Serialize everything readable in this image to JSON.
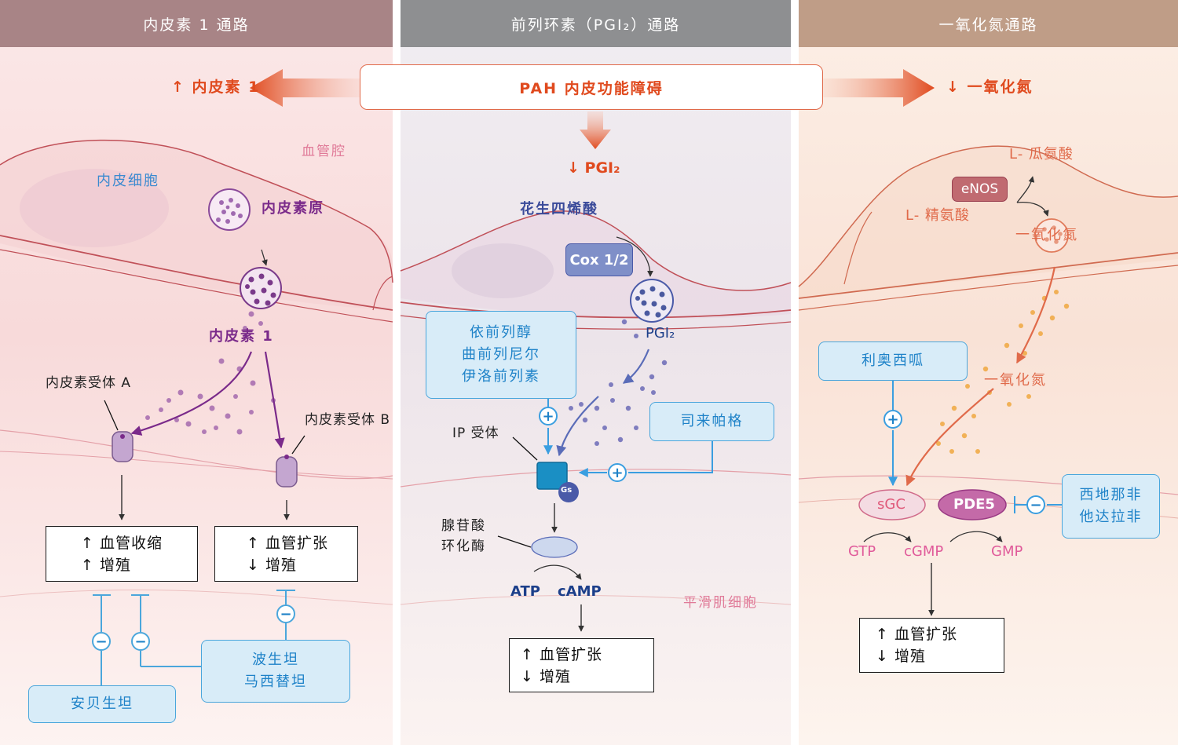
{
  "headers": {
    "endothelin": "内皮素 1 通路",
    "pgi2": "前列环素（PGI₂）通路",
    "no": "一氧化氮通路"
  },
  "top": {
    "center": "PAH 内皮功能障碍",
    "left": "↑ 内皮素 1",
    "right": "↓ 一氧化氮",
    "pgi2_down": "↓ PGI₂"
  },
  "labels": {
    "vessel_lumen": "血管腔",
    "endothelial_cell": "内皮细胞",
    "smooth_muscle_cell": "平滑肌细胞"
  },
  "endothelin": {
    "preproendothelin": "内皮素原",
    "endothelin1": "内皮素 1",
    "receptor_a": "内皮素受体 A",
    "receptor_b": "内皮素受体 B",
    "outcome_a": [
      "↑ 血管收缩",
      "↑ 增殖"
    ],
    "outcome_b": [
      "↑ 血管扩张",
      "↓ 增殖"
    ],
    "drug_ambrisentan": "安贝生坦",
    "drugs_bosentan": [
      "波生坦",
      "马西替坦"
    ]
  },
  "prostacyclin": {
    "arachidonic_acid": "花生四烯酸",
    "cox": "Cox 1/2",
    "pgi2": "PGI₂",
    "drugs": [
      "依前列醇",
      "曲前列尼尔",
      "伊洛前列素"
    ],
    "selexipag": "司来帕格",
    "ip_receptor": "IP 受体",
    "gs": "Gs",
    "adenylyl_cyclase": [
      "腺苷酸",
      "环化酶"
    ],
    "atp": "ATP",
    "camp": "cAMP",
    "outcome": [
      "↑ 血管扩张",
      "↓ 增殖"
    ]
  },
  "nitric_oxide": {
    "l_citrulline": "L- 瓜氨酸",
    "enos": "eNOS",
    "l_arginine": "L- 精氨酸",
    "no_endothelial": "一氧化氮",
    "no_smooth": "一氧化氮",
    "riociguat": "利奥西呱",
    "sgc": "sGC",
    "pde5": "PDE5",
    "pde5_drugs": [
      "西地那非",
      "他达拉非"
    ],
    "gtp": "GTP",
    "cgmp": "cGMP",
    "gmp": "GMP",
    "outcome": [
      "↑ 血管扩张",
      "↓ 增殖"
    ]
  },
  "symbols": {
    "plus": "+",
    "minus": "−"
  },
  "colors": {
    "header_left": "#a88486",
    "header_center": "#8e8f91",
    "header_right": "#bf9d87",
    "accent_red": "#e04a1e",
    "drug_blue": "#1e82c8",
    "purple": "#7a2a8a",
    "navy": "#1c3f8a"
  }
}
